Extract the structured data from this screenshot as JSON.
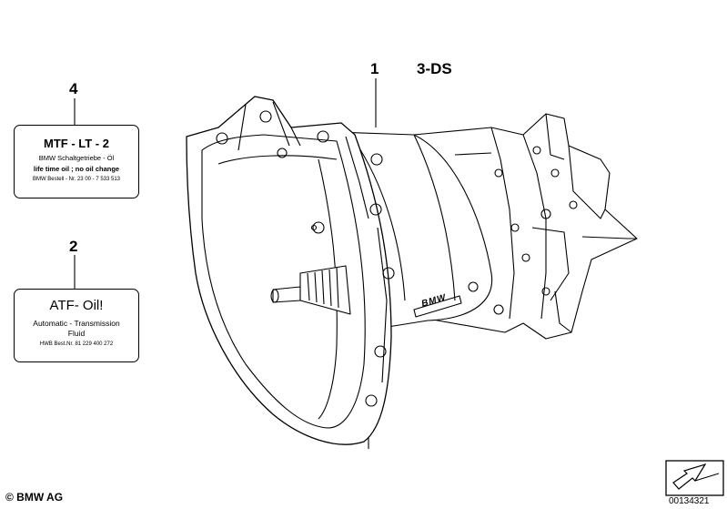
{
  "model_label": "3-DS",
  "callouts": {
    "part1": "1",
    "part2": "2",
    "part4": "4"
  },
  "label4": {
    "title": "MTF - LT - 2",
    "line1": "BMW Schaltgetriebe - Öl",
    "line2": "life time oil ; no oil change",
    "line3": "BMW Bestell - Nr. 23 00 - 7 533 513"
  },
  "label2": {
    "title": "ATF- Oil!",
    "line1": "Automatic - Transmission",
    "line2": "Fluid",
    "line3": "HWB Best.Nr. 81 229 400 272"
  },
  "casing_logo": "BMW",
  "copyright": "© BMW AG",
  "diagram_number": "00134321",
  "icons": [
    "stroke-arrow-icon"
  ]
}
